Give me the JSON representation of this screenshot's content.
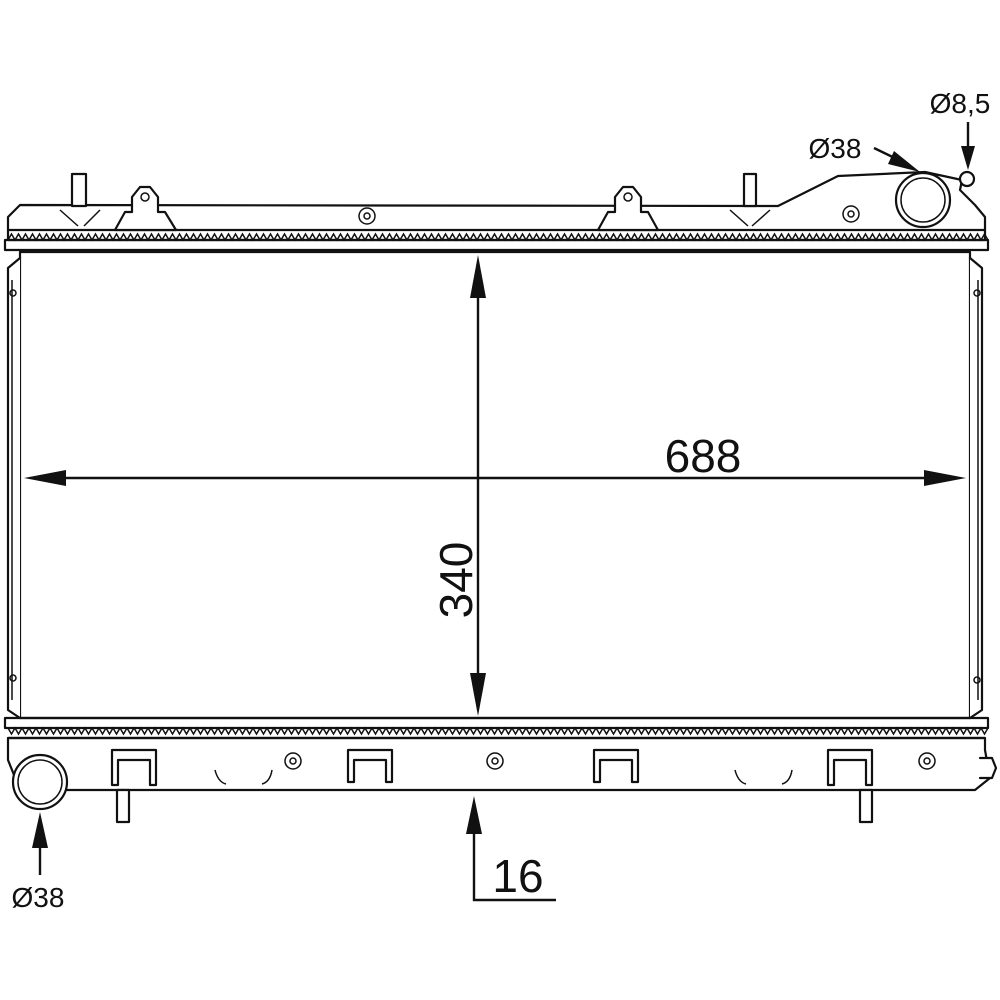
{
  "dimensions": {
    "width_label": "688",
    "height_label": "340",
    "thickness_label": "16",
    "inlet_label": "Ø38",
    "outlet_label": "Ø38",
    "vent_label": "Ø8,5"
  },
  "colors": {
    "line": "#111111",
    "background": "#ffffff"
  }
}
